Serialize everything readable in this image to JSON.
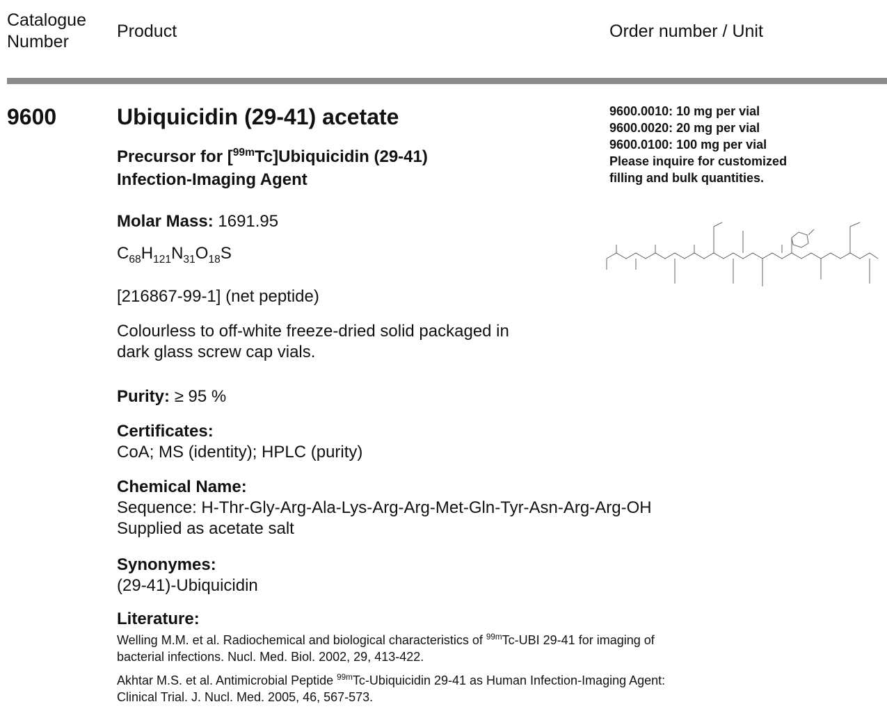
{
  "header": {
    "catalogue_number_line1": "Catalogue",
    "catalogue_number_line2": "Number",
    "product": "Product",
    "order_unit": "Order number / Unit"
  },
  "product": {
    "catalogue_number": "9600",
    "title": "Ubiquicidin (29-41) acetate",
    "subtitle": {
      "prefix": "Precursor for [",
      "isotope": "99m",
      "suffix": "Tc]Ubiquicidin (29-41)",
      "line2": "Infection-Imaging Agent"
    },
    "molar_mass_label": "Molar Mass:",
    "molar_mass_value": "1691.95",
    "formula": {
      "c": "C",
      "c_n": "68",
      "h": "H",
      "h_n": "121",
      "n": "N",
      "n_n": "31",
      "o": "O",
      "o_n": "18",
      "s": "S"
    },
    "cas": "[216867-99-1] (net peptide)",
    "description_line1": "Colourless to off-white freeze-dried solid packaged in",
    "description_line2": "dark glass screw cap vials.",
    "purity_label": "Purity:",
    "purity_value": "≥ 95 %",
    "certificates_label": "Certificates:",
    "certificates_value": "CoA; MS (identity); HPLC (purity)",
    "chemical_name_label": "Chemical Name:",
    "sequence": "Sequence: H-Thr-Gly-Arg-Ala-Lys-Arg-Arg-Met-Gln-Tyr-Asn-Arg-Arg-OH",
    "salt": "Supplied as acetate salt",
    "synonymes_label": "Synonymes:",
    "synonymes_value": "(29-41)-Ubiquicidin",
    "literature_label": "Literature:",
    "literature": [
      {
        "a": "Welling M.M. et al. Radiochemical and biological characteristics of ",
        "sup": "99m",
        "b": "Tc-UBI 29-41 for imaging of",
        "line2": "bacterial infections. Nucl. Med. Biol. 2002, 29, 413-422."
      },
      {
        "a": "Akhtar M.S. et al. Antimicrobial Peptide ",
        "sup": "99m",
        "b": "Tc-Ubiquicidin 29-41 as Human Infection-Imaging Agent:",
        "line2": "Clinical Trial. J. Nucl. Med. 2005, 46, 567-573."
      }
    ]
  },
  "order_options": [
    "9600.0010: 10 mg per vial",
    "9600.0020: 20 mg per vial",
    "9600.0100: 100 mg per vial",
    "Please inquire for customized",
    "filling and bulk quantities."
  ],
  "colors": {
    "rule": "#8c8c8c",
    "text": "#111111"
  },
  "structure_image": "peptide-structure-diagram"
}
